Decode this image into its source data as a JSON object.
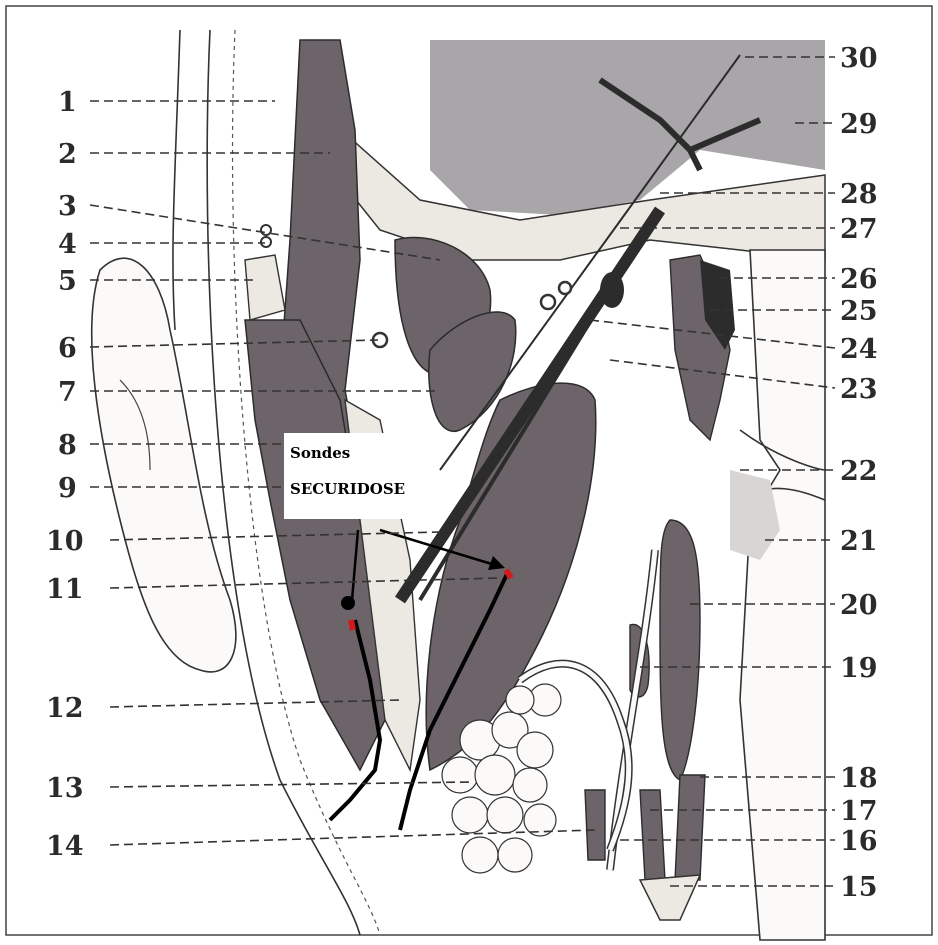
{
  "labels_left": [
    "1",
    "2",
    "3",
    "4",
    "5",
    "6",
    "7",
    "8",
    "9",
    "10",
    "11",
    "12",
    "13",
    "14"
  ],
  "labels_right": [
    "30",
    "29",
    "28",
    "27",
    "26",
    "25",
    "24",
    "23",
    "22",
    "21",
    "20",
    "19",
    "18",
    "17",
    "16",
    "15"
  ],
  "callout": {
    "line1": "Sondes",
    "line2": "SECURIDOSE"
  },
  "colors": {
    "muscle": "#6c6469",
    "brain": "#a9a6aa",
    "bone": "#e8e4df",
    "line": "#2c2c2c",
    "probe_tip": "#d21a1a"
  }
}
